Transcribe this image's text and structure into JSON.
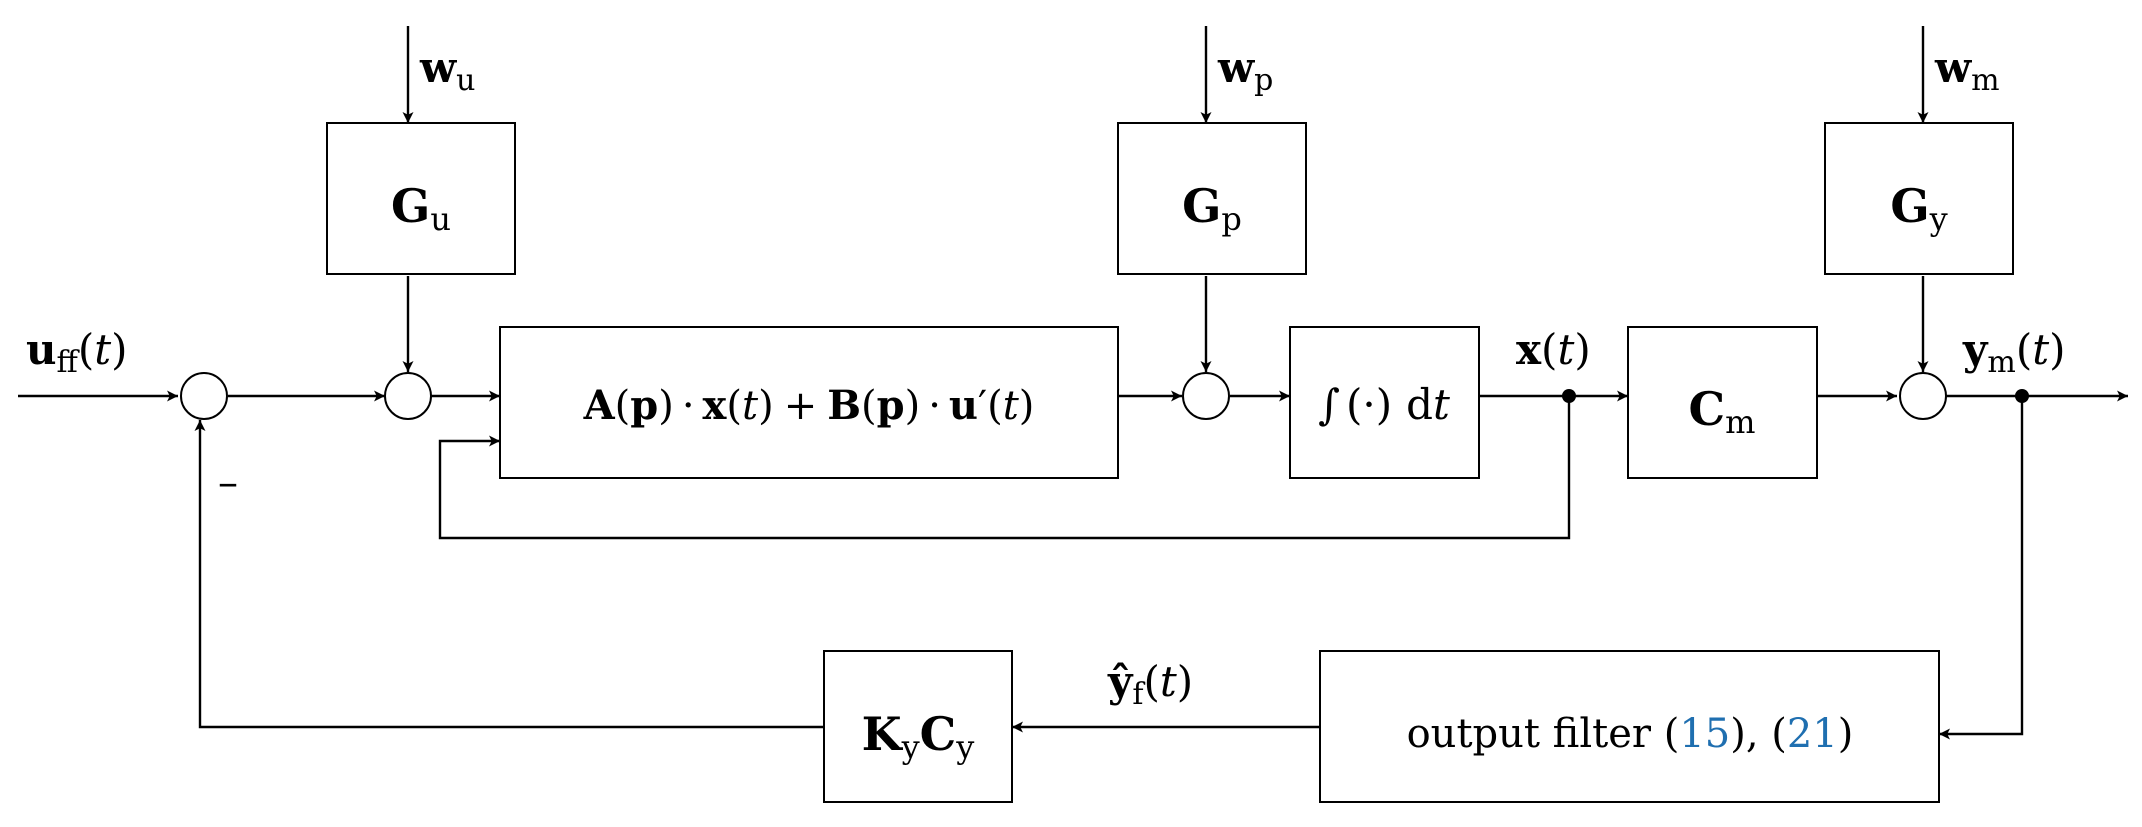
{
  "blocks": {
    "g_u": {
      "main": "G",
      "sub": "u"
    },
    "g_p": {
      "main": "G",
      "sub": "p"
    },
    "g_y": {
      "main": "G",
      "sub": "y"
    },
    "c_m": {
      "main": "C",
      "sub": "m"
    },
    "integrator": {
      "integral": "∫",
      "arg": "(·)",
      "d": "d",
      "t": "t"
    },
    "dynamics": {
      "A": "A",
      "p1": "p",
      "op1": "·",
      "x": "x",
      "t1": "t",
      "plus": "+",
      "B": "B",
      "p2": "p",
      "op2": "·",
      "u": "u",
      "prime": "′",
      "t2": "t"
    },
    "gain": {
      "K": "K",
      "k_sub": "y",
      "C": "C",
      "c_sub": "y"
    },
    "output_filter": {
      "text": "output filter (",
      "ref1": "15",
      "mid": "), (",
      "ref2": "21",
      "end": ")"
    }
  },
  "signals": {
    "w_u": {
      "main": "w",
      "sub": "u"
    },
    "w_p": {
      "main": "w",
      "sub": "p"
    },
    "w_m": {
      "main": "w",
      "sub": "m"
    },
    "u_ff": {
      "main": "u",
      "sub": "ff",
      "arg": "t"
    },
    "x": {
      "main": "x",
      "arg": "t"
    },
    "y_m": {
      "main": "y",
      "sub": "m",
      "arg": "t"
    },
    "y_hat_f": {
      "main": "ŷ",
      "sub": "f",
      "arg": "t"
    },
    "minus": "–"
  },
  "colors": {
    "reference_link": "#1f6fb0"
  }
}
